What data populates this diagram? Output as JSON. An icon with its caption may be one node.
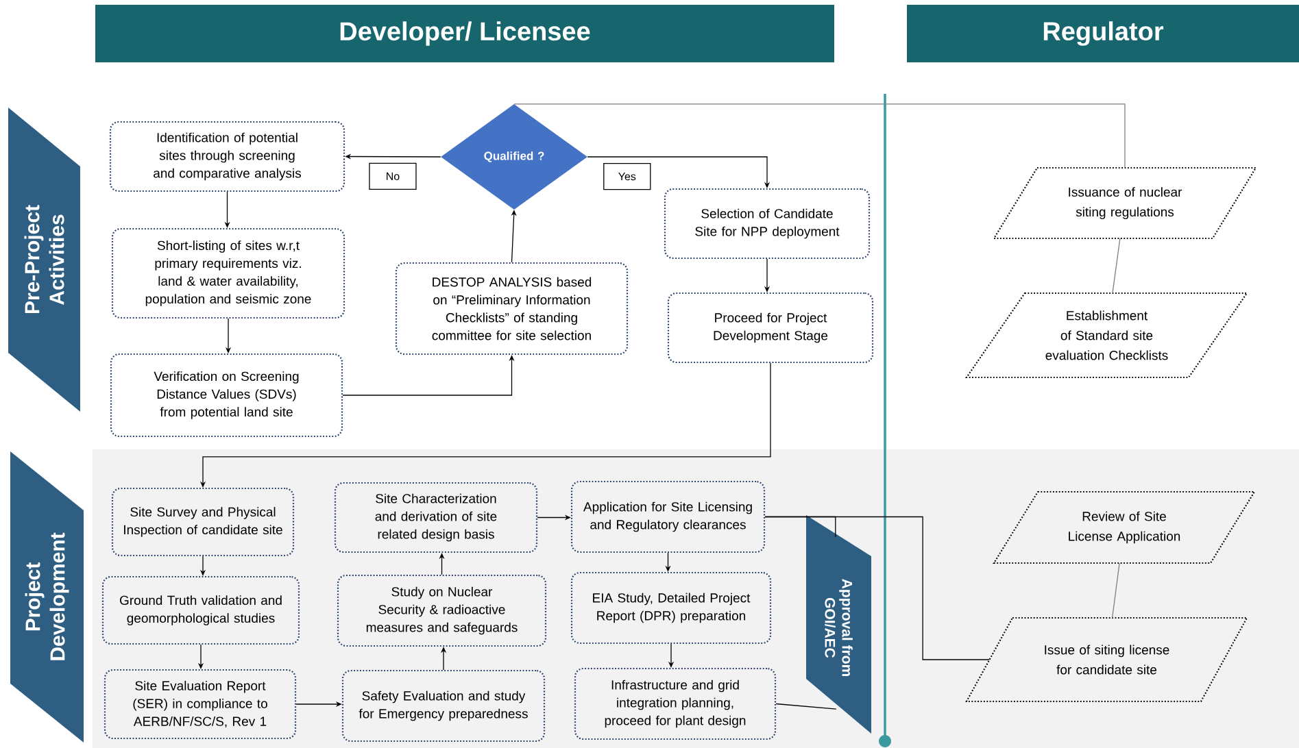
{
  "diagram": {
    "nodes": [
      {
        "text": [
          "Developer/ Licensee"
        ]
      },
      {
        "text": [
          "Regulator"
        ]
      },
      {
        "text": [
          "Pre-Project Activities"
        ]
      },
      {
        "text": [
          "Identification of potential sites through screening and comparative analysis"
        ]
      },
      {
        "text": [
          "Qualified ?"
        ]
      },
      {
        "text": [
          "Selection of Candidate Site for NPP deployment"
        ]
      },
      {
        "text": [
          "Issuance of nuclear siting regulations"
        ]
      },
      {
        "text": [
          "Short-listing of sites w.r,t primary requirements viz. land & water availability, population and seismic zone"
        ]
      },
      {
        "text": [
          "DESTOP ANALYSIS based on “Preliminary Information Checklists” of standing committee for site selection"
        ]
      },
      {
        "text": [
          "Proceed for Project Development Stage"
        ]
      },
      {
        "text": [
          "Establishment of Standard site evaluation Checklists"
        ]
      },
      {
        "text": [
          "Verification on Screening Distance Values (SDVs) from potential land site"
        ]
      },
      {
        "text": [
          "Project Development"
        ]
      },
      {
        "text": [
          "Site Survey and Physical Inspection of candidate site"
        ]
      },
      {
        "text": [
          "Site Characterization and derivation of site related design basis"
        ]
      },
      {
        "text": [
          "Application for Site Licensing and Regulatory clearances"
        ]
      },
      {
        "text": [
          "Approval from GOI/AEC"
        ]
      },
      {
        "text": [
          "Review of Site License Application"
        ]
      },
      {
        "text": [
          "Ground Truth validation and geomorphological studies"
        ]
      },
      {
        "text": [
          "Study on Nuclear Security & radioactive measures and safeguards"
        ]
      },
      {
        "text": [
          "EIA Study, Detailed Project Report (DPR) preparation"
        ]
      },
      {
        "text": [
          "Issue of siting license for candidate site"
        ]
      },
      {
        "text": [
          "Site Evaluation Report (SER) in compliance to AERB/NF/SC/S, Rev 1"
        ]
      },
      {
        "text": [
          "Safety Evaluation and study for Emergency preparedness"
        ]
      },
      {
        "text": [
          "Infrastructure and grid integration planning, proceed for plant design"
        ]
      }
    ],
    "edges": [
      {
        "from": 4,
        "to": 3,
        "arrow": "to",
        "label": "No"
      },
      {
        "from": 4,
        "to": 5,
        "arrow": "to",
        "label": "Yes"
      },
      {
        "from": 4,
        "to": 6,
        "arrow": "none",
        "color": "#7f7f7f"
      },
      {
        "from": 6,
        "to": 10,
        "arrow": "none",
        "color": "#7f7f7f"
      },
      {
        "from": 3,
        "to": 7,
        "arrow": "to"
      },
      {
        "from": 7,
        "to": 11,
        "arrow": "to"
      },
      {
        "from": 11,
        "to": 8,
        "arrow": "to"
      },
      {
        "from": 8,
        "to": 4,
        "arrow": "to"
      },
      {
        "from": 5,
        "to": 9,
        "arrow": "to"
      },
      {
        "from": 9,
        "to": 13,
        "arrow": "to"
      },
      {
        "from": 13,
        "to": 18,
        "arrow": "to"
      },
      {
        "from": 18,
        "to": 22,
        "arrow": "to"
      },
      {
        "from": 22,
        "to": 23,
        "arrow": "to"
      },
      {
        "from": 23,
        "to": 19,
        "arrow": "to"
      },
      {
        "from": 19,
        "to": 14,
        "arrow": "to"
      },
      {
        "from": 14,
        "to": 15,
        "arrow": "to"
      },
      {
        "from": 15,
        "to": 20,
        "arrow": "to"
      },
      {
        "from": 20,
        "to": 24,
        "arrow": "to"
      },
      {
        "from": 15,
        "to": 21,
        "arrow": "none"
      },
      {
        "from": 15,
        "to": 16,
        "arrow": "none"
      },
      {
        "from": 24,
        "to": 16,
        "arrow": "none"
      },
      {
        "from": 17,
        "to": 21,
        "arrow": "none",
        "color": "#7f7f7f"
      }
    ]
  }
}
